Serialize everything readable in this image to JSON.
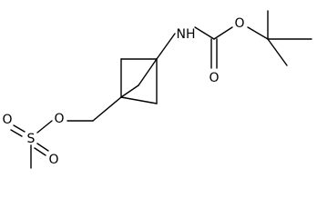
{
  "molecule": {
    "atoms": {
      "nh": "NH",
      "o_ester": "O",
      "o_carbonyl": "O",
      "o_ether": "O",
      "s": "S",
      "o_sulfonyl_top": "O",
      "o_sulfonyl_bottom": "O"
    }
  },
  "colors": {
    "bond": "#000000",
    "label": "#000000",
    "background": "#ffffff"
  }
}
